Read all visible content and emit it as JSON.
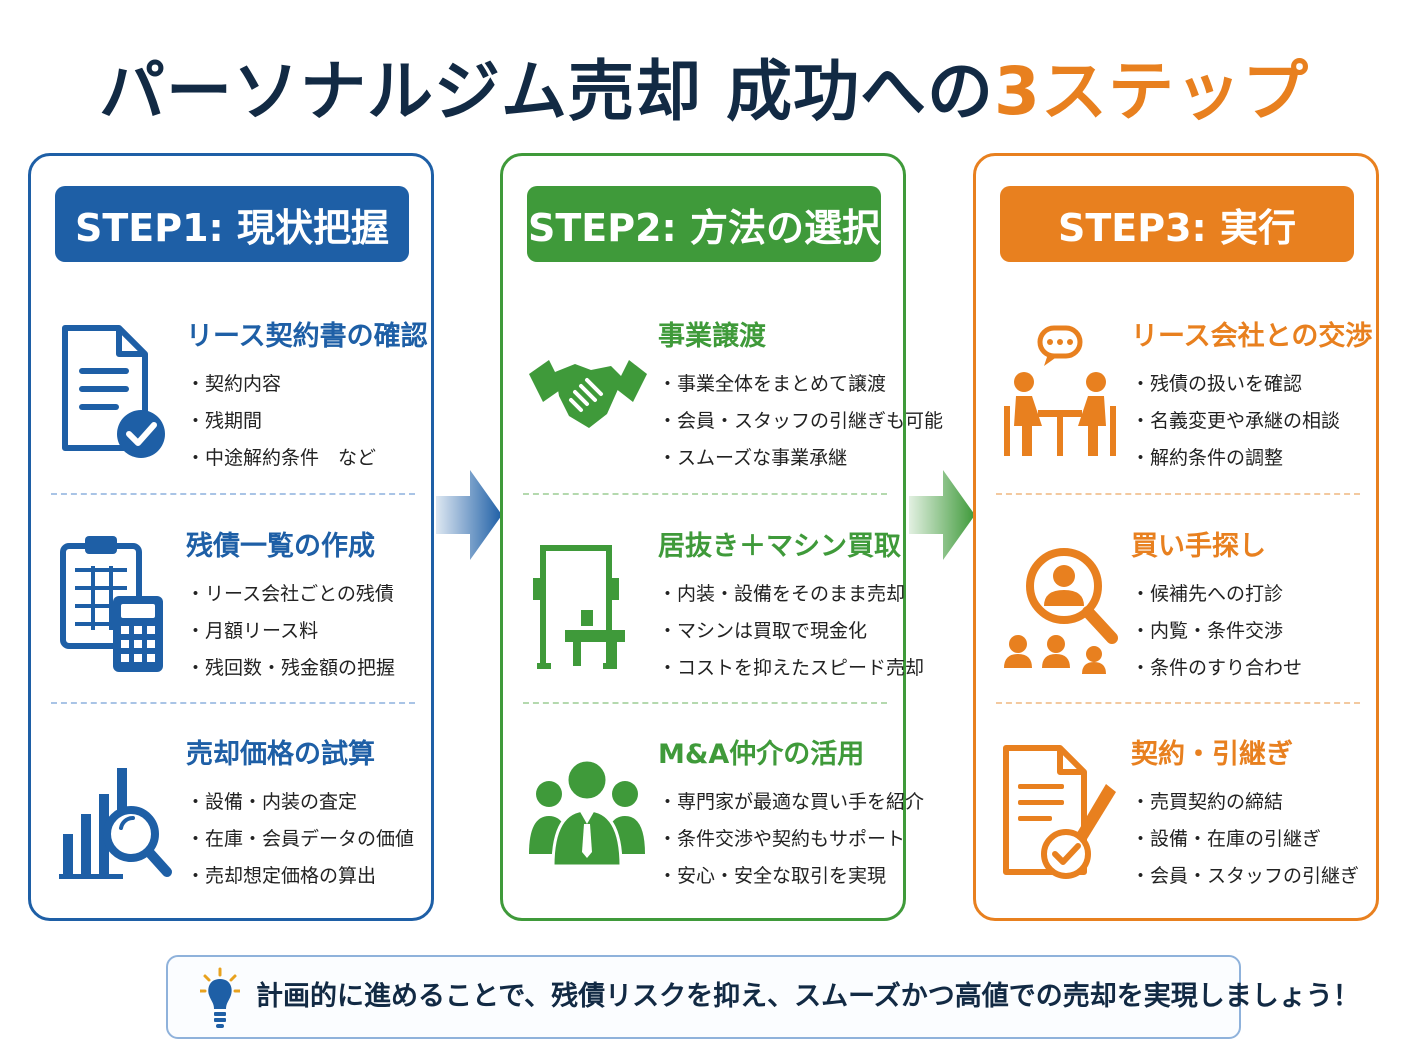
{
  "title": {
    "main": "パーソナルジム売却 成功への",
    "accent": "3ステップ"
  },
  "colors": {
    "step1": "#1e5fa6",
    "step2": "#3f9a3a",
    "step3": "#e8801f",
    "title": "#122a44"
  },
  "steps": [
    {
      "header": "STEP1: 現状把握",
      "sections": [
        {
          "icon": "document-check-icon",
          "title": "リース契約書の確認",
          "bullets": [
            "契約内容",
            "残期間",
            "中途解約条件　など"
          ]
        },
        {
          "icon": "clipboard-calculator-icon",
          "title": "残債一覧の作成",
          "bullets": [
            "リース会社ごとの残債",
            "月額リース料",
            "残回数・残金額の把握"
          ]
        },
        {
          "icon": "chart-magnifier-icon",
          "title": "売却価格の試算",
          "bullets": [
            "設備・内装の査定",
            "在庫・会員データの価値",
            "売却想定価格の算出"
          ]
        }
      ]
    },
    {
      "header": "STEP2: 方法の選択",
      "sections": [
        {
          "icon": "handshake-icon",
          "title": "事業譲渡",
          "bullets": [
            "事業全体をまとめて譲渡",
            "会員・スタッフの引継ぎも可能",
            "スムーズな事業承継"
          ]
        },
        {
          "icon": "gym-machine-icon",
          "title": "居抜き＋マシン買取",
          "bullets": [
            "内装・設備をそのまま売却",
            "マシンは買取で現金化",
            "コストを抑えたスピード売却"
          ]
        },
        {
          "icon": "business-people-icon",
          "title": "M&A仲介の活用",
          "bullets": [
            "専門家が最適な買い手を紹介",
            "条件交渉や契約もサポート",
            "安心・安全な取引を実現"
          ]
        }
      ]
    },
    {
      "header": "STEP3: 実行",
      "sections": [
        {
          "icon": "negotiation-meeting-icon",
          "title": "リース会社との交渉",
          "bullets": [
            "残債の扱いを確認",
            "名義変更や承継の相談",
            "解約条件の調整"
          ]
        },
        {
          "icon": "person-search-icon",
          "title": "買い手探し",
          "bullets": [
            "候補先への打診",
            "内覧・条件交渉",
            "条件のすり合わせ"
          ]
        },
        {
          "icon": "contract-pen-icon",
          "title": "契約・引継ぎ",
          "bullets": [
            "売買契約の締結",
            "設備・在庫の引継ぎ",
            "会員・スタッフの引継ぎ"
          ]
        }
      ]
    }
  ],
  "footer": {
    "icon": "lightbulb-icon",
    "text": "計画的に進めることで、残債リスクを抑え、スムーズかつ高値での売却を実現しましょう！"
  }
}
